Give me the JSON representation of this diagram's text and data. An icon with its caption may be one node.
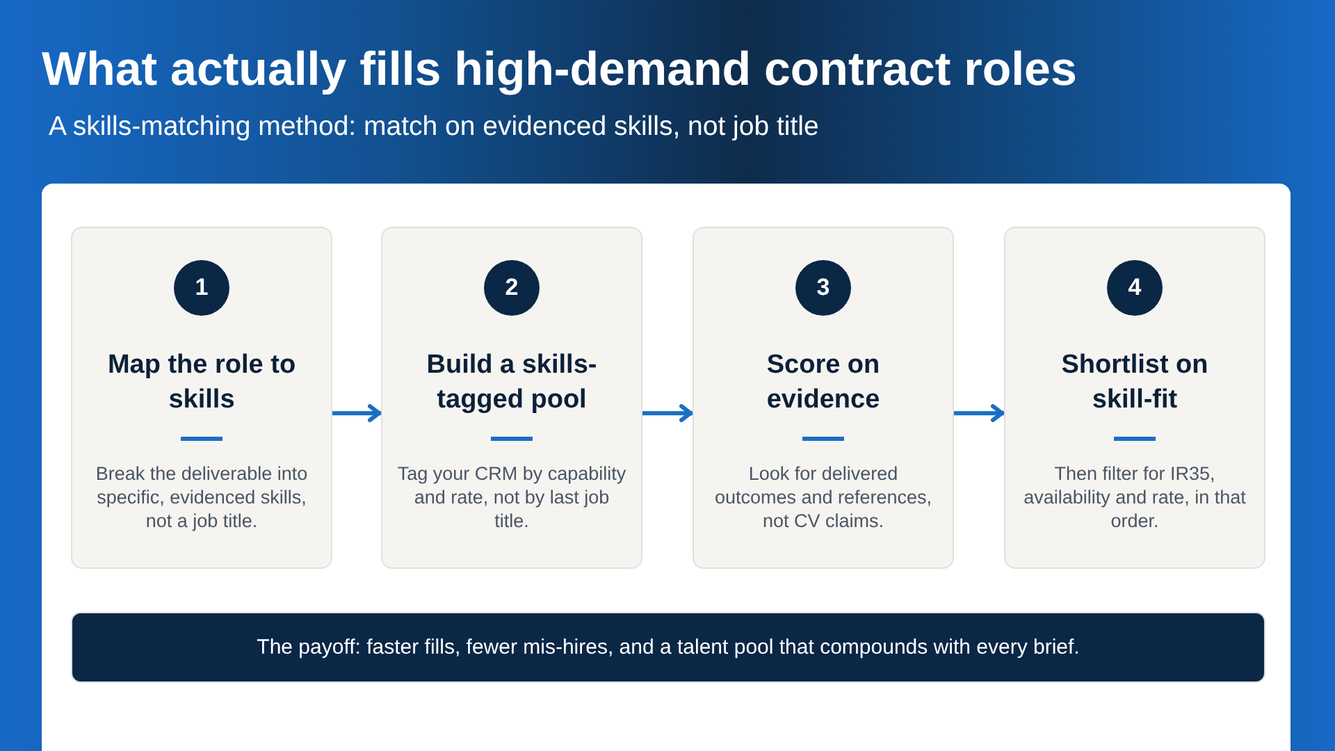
{
  "diagram": {
    "title": "What actually fills high-demand contract roles",
    "nodes": [
      {
        "text": [
          "Map the role to skills",
          "Break the deliverable into specific, evidenced skills, not a job title."
        ]
      },
      {
        "text": [
          "1"
        ],
        "in": 0
      },
      {
        "text": [
          "Build a skills-tagged pool",
          "Tag your CRM by capability and rate, not by last job title."
        ]
      },
      {
        "text": [
          "2"
        ],
        "in": 2
      },
      {
        "text": [
          "Score on evidence",
          "Look for delivered outcomes and references, not CV claims."
        ]
      },
      {
        "text": [
          "3"
        ],
        "in": 4
      },
      {
        "text": [
          "Shortlist on skill-fit",
          "Then filter for IR35, availability and rate, in that order."
        ]
      },
      {
        "text": [
          "4"
        ],
        "in": 6
      },
      {
        "text": [
          "The payoff: faster fills, fewer mis-hires, and a talent pool that compounds with every brief."
        ]
      }
    ],
    "edges": [
      {
        "from": 0,
        "to": 2,
        "arrow": "to"
      },
      {
        "from": 2,
        "to": 4,
        "arrow": "to"
      },
      {
        "from": 4,
        "to": 6,
        "arrow": "to"
      }
    ],
    "labels": [
      "A skills-matching method: match on evidenced skills, not job title"
    ]
  }
}
